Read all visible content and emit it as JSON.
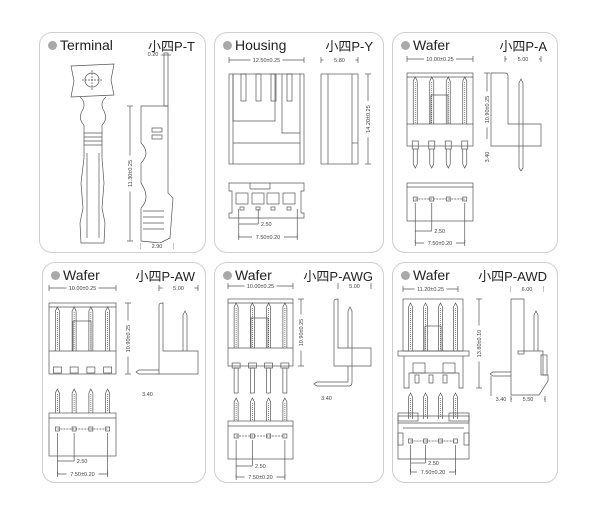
{
  "panels": [
    {
      "name": "Terminal",
      "code": "小四P-T",
      "dims": [
        "0.20",
        "11.30±0.25",
        "2.90"
      ]
    },
    {
      "name": "Housing",
      "code": "小四P-Y",
      "dims": [
        "12.50±0.25",
        "5.80",
        "14.20±0.25",
        "2.50",
        "7.50±0.20"
      ]
    },
    {
      "name": "Wafer",
      "code": "小四P-A",
      "dims": [
        "10.00±0.25",
        "5.00",
        "10.90±0.25",
        "3.40",
        "2.50",
        "7.50±0.20"
      ]
    },
    {
      "name": "Wafer",
      "code": "小四P-AW",
      "dims": [
        "10.00±0.25",
        "5.00",
        "10.90±0.25",
        "3.40",
        "2.50",
        "7.50±0.20"
      ]
    },
    {
      "name": "Wafer",
      "code": "小四P-AWG",
      "dims": [
        "10.00±0.25",
        "5.00",
        "10.90±0.25",
        "3.40",
        "2.50",
        "7.50±0.20"
      ]
    },
    {
      "name": "Wafer",
      "code": "小四P-AWD",
      "dims": [
        "11.20±0.25",
        "6.00",
        "13.80±0.10",
        "3.40",
        "5.50",
        "2.50",
        "7.50±0.20"
      ]
    }
  ],
  "colors": {
    "bullet": "#a9a9a9",
    "border": "#cfcfcf",
    "line": "#555555"
  }
}
